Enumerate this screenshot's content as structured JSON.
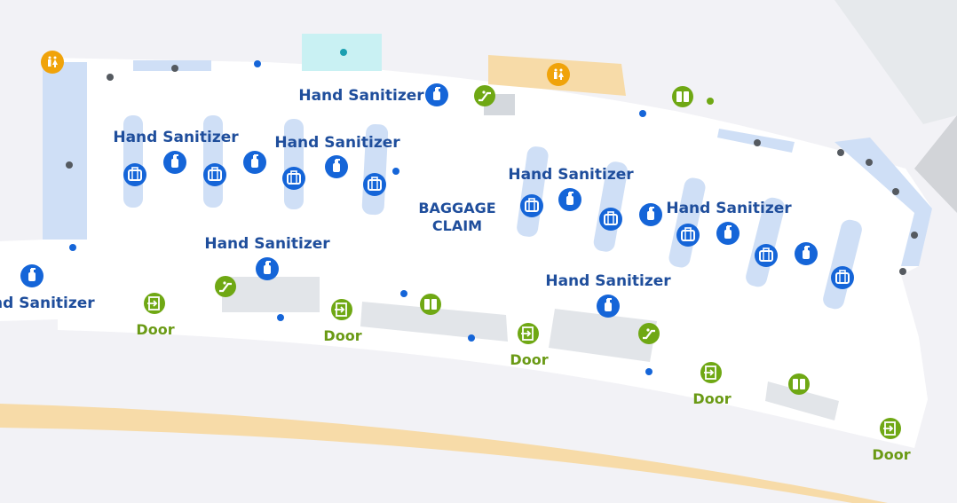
{
  "map": {
    "area_label_line1": "BAGGAGE",
    "area_label_line2": "CLAIM",
    "hand_sanitizer_label": "Hand Sanitizer",
    "door_label": "Door"
  },
  "colors": {
    "background": "#f2f2f6",
    "floor": "#ffffff",
    "carousel": "#cfdff6",
    "walkway": "#f7dba8",
    "info_blue": "#1565d8",
    "exit_green": "#6fa814",
    "restroom_orange": "#f0a30a",
    "label_blue": "#1f4e9c",
    "label_green": "#6a9a15"
  },
  "icons": {
    "hand_sanitizer": "hand-sanitizer-icon",
    "baggage_claim": "baggage-claim-icon",
    "door": "exit-door-icon",
    "elevator": "elevator-icon",
    "escalator": "escalator-icon",
    "restroom": "restroom-icon"
  }
}
